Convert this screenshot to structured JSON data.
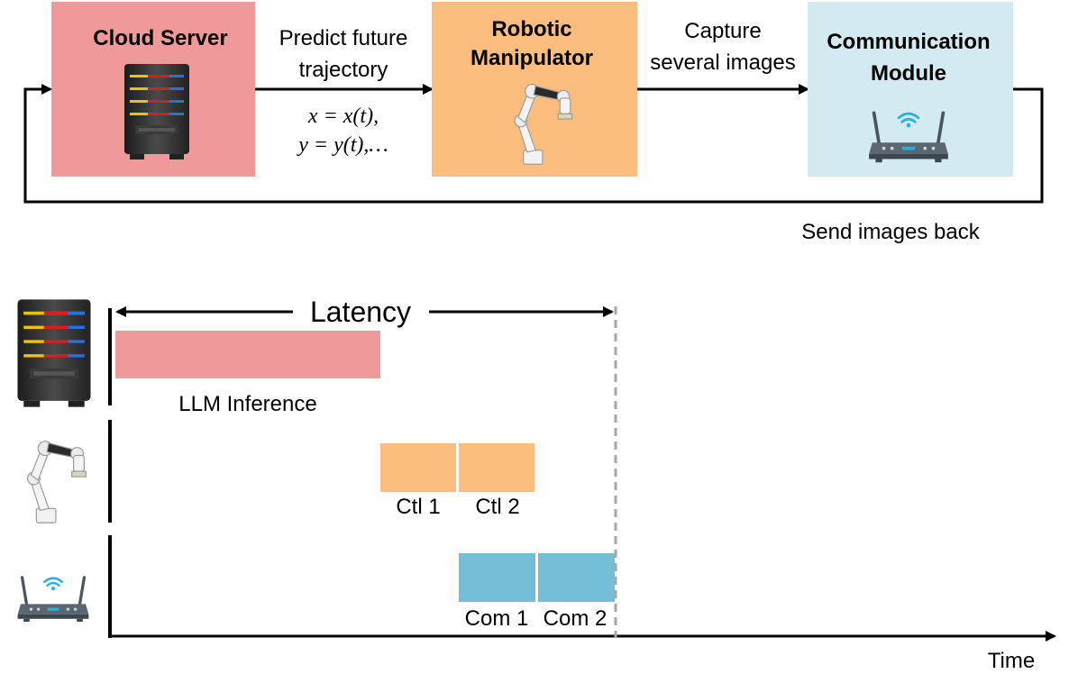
{
  "top": {
    "cloud_server": {
      "title": "Cloud Server",
      "color": "#F0999A"
    },
    "robotic_manipulator": {
      "title_line1": "Robotic",
      "title_line2": "Manipulator",
      "color": "#FBBD7D"
    },
    "communication_module": {
      "title_line1": "Communication",
      "title_line2": "Module",
      "color": "#D4EAF1"
    },
    "edge_predict": {
      "line1": "Predict future",
      "line2": "trajectory",
      "line2_color": "#C00000"
    },
    "equation": {
      "line1": "x = x(t),",
      "line2": "y = y(t),…",
      "color": "#C00000"
    },
    "edge_capture": {
      "line1": "Capture",
      "line2": "several images"
    },
    "edge_send_back": "Send images back"
  },
  "timeline": {
    "latency_label": "Latency",
    "time_axis_label": "Time",
    "lanes": [
      {
        "icon": "server-icon"
      },
      {
        "icon": "robot-arm-icon"
      },
      {
        "icon": "router-icon"
      }
    ],
    "bars": [
      {
        "label": "LLM Inference",
        "color": "#F0999A"
      },
      {
        "label": "Ctl 1",
        "color": "#FBBD7D"
      },
      {
        "label": "Ctl 2",
        "color": "#FBBD7D"
      },
      {
        "label": "Com 1",
        "color": "#73BED6"
      },
      {
        "label": "Com 2",
        "color": "#73BED6"
      }
    ]
  }
}
